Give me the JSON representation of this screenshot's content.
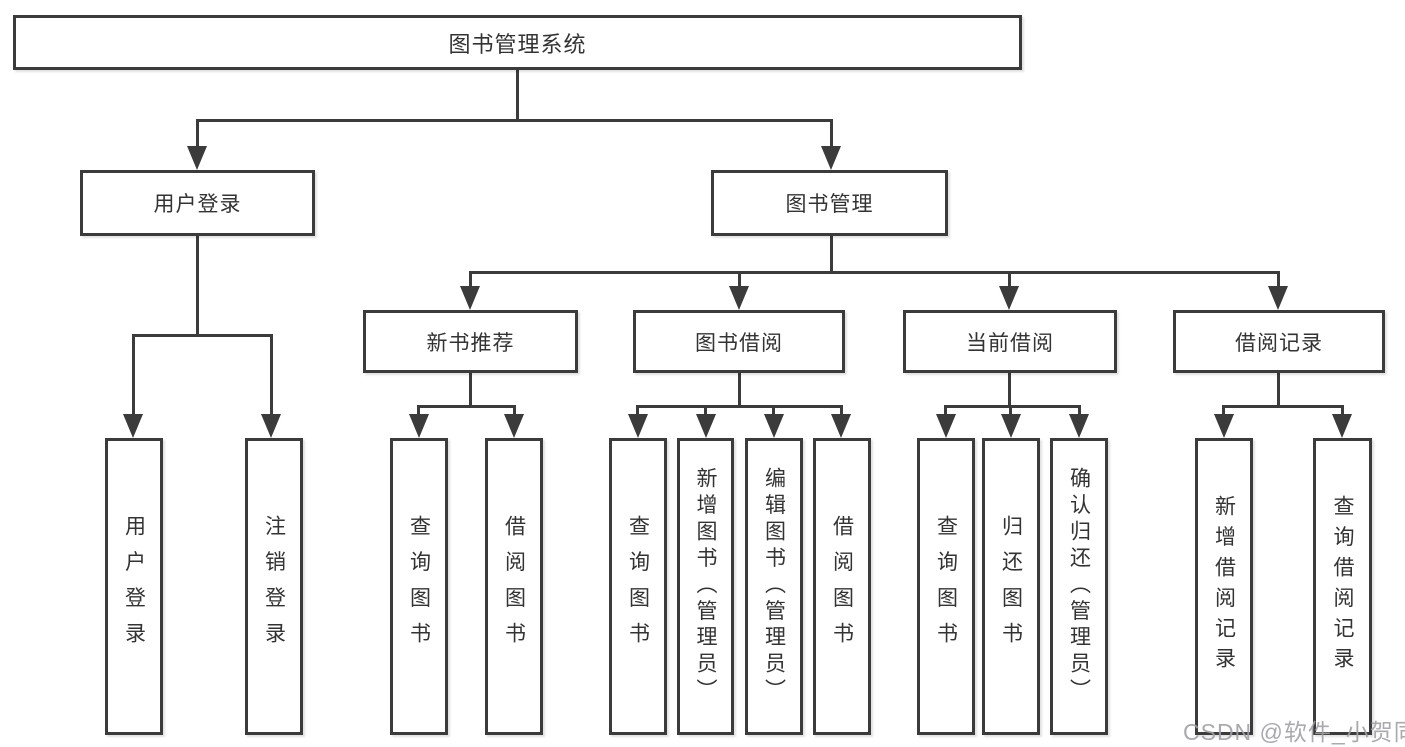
{
  "diagram_type": "hierarchy",
  "root": {
    "label": "图书管理系统"
  },
  "level2": [
    {
      "label": "用户登录"
    },
    {
      "label": "图书管理"
    }
  ],
  "level3": [
    {
      "label": "新书推荐",
      "parent": "图书管理"
    },
    {
      "label": "图书借阅",
      "parent": "图书管理"
    },
    {
      "label": "当前借阅",
      "parent": "图书管理"
    },
    {
      "label": "借阅记录",
      "parent": "图书管理"
    }
  ],
  "leaves": [
    {
      "label": "用户登录",
      "parent": "用户登录"
    },
    {
      "label": "注销登录",
      "parent": "用户登录"
    },
    {
      "label": "查询图书",
      "parent": "新书推荐"
    },
    {
      "label": "借阅图书",
      "parent": "新书推荐"
    },
    {
      "label": "查询图书",
      "parent": "图书借阅"
    },
    {
      "label": "新增图书（管理员）",
      "parent": "图书借阅"
    },
    {
      "label": "编辑图书（管理员）",
      "parent": "图书借阅"
    },
    {
      "label": "借阅图书",
      "parent": "图书借阅"
    },
    {
      "label": "查询图书",
      "parent": "当前借阅"
    },
    {
      "label": "归还图书",
      "parent": "当前借阅"
    },
    {
      "label": "确认归还（管理员）",
      "parent": "当前借阅"
    },
    {
      "label": "新增借阅记录",
      "parent": "借阅记录"
    },
    {
      "label": "查询借阅记录",
      "parent": "借阅记录"
    }
  ],
  "watermark": "CSDN @软件_小贺同学",
  "colors": {
    "line": "#3b3b3b",
    "text": "#333333",
    "background": "#ffffff",
    "watermark": "#a0a0a6"
  }
}
